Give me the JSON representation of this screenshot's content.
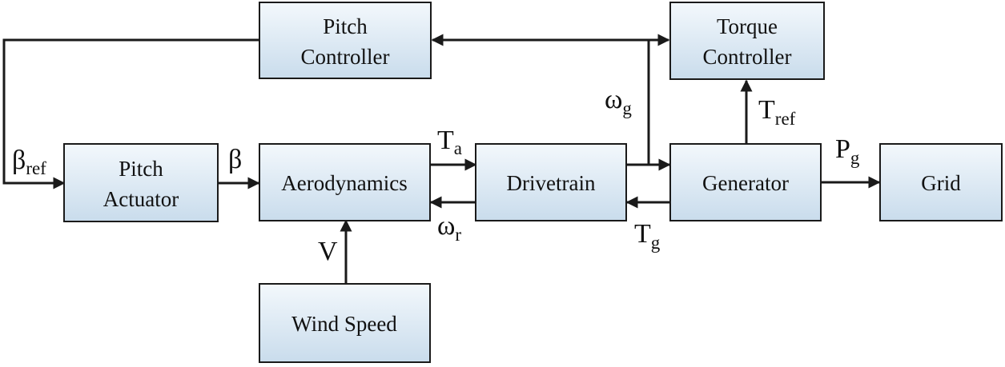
{
  "blocks": {
    "pitch_controller": [
      "Pitch",
      "Controller"
    ],
    "torque_controller": [
      "Torque",
      "Controller"
    ],
    "pitch_actuator": [
      "Pitch",
      "Actuator"
    ],
    "aerodynamics": "Aerodynamics",
    "drivetrain": "Drivetrain",
    "generator": "Generator",
    "grid": "Grid",
    "wind_speed": "Wind Speed"
  },
  "signals": {
    "beta_ref": {
      "base": "β",
      "sub": "ref"
    },
    "beta": {
      "base": "β"
    },
    "t_a": {
      "base": "T",
      "sub": "a"
    },
    "omega_r": {
      "base": "ω",
      "sub": "r"
    },
    "omega_g": {
      "base": "ω",
      "sub": "g"
    },
    "t_g": {
      "base": "T",
      "sub": "g"
    },
    "t_ref": {
      "base": "T",
      "sub": "ref"
    },
    "p_g": {
      "base": "P",
      "sub": "g"
    },
    "v": {
      "base": "V"
    }
  },
  "colors": {
    "block_fill_top": "#f3f8fc",
    "block_fill_bottom": "#c9dcec",
    "stroke": "#1a1a1a"
  }
}
